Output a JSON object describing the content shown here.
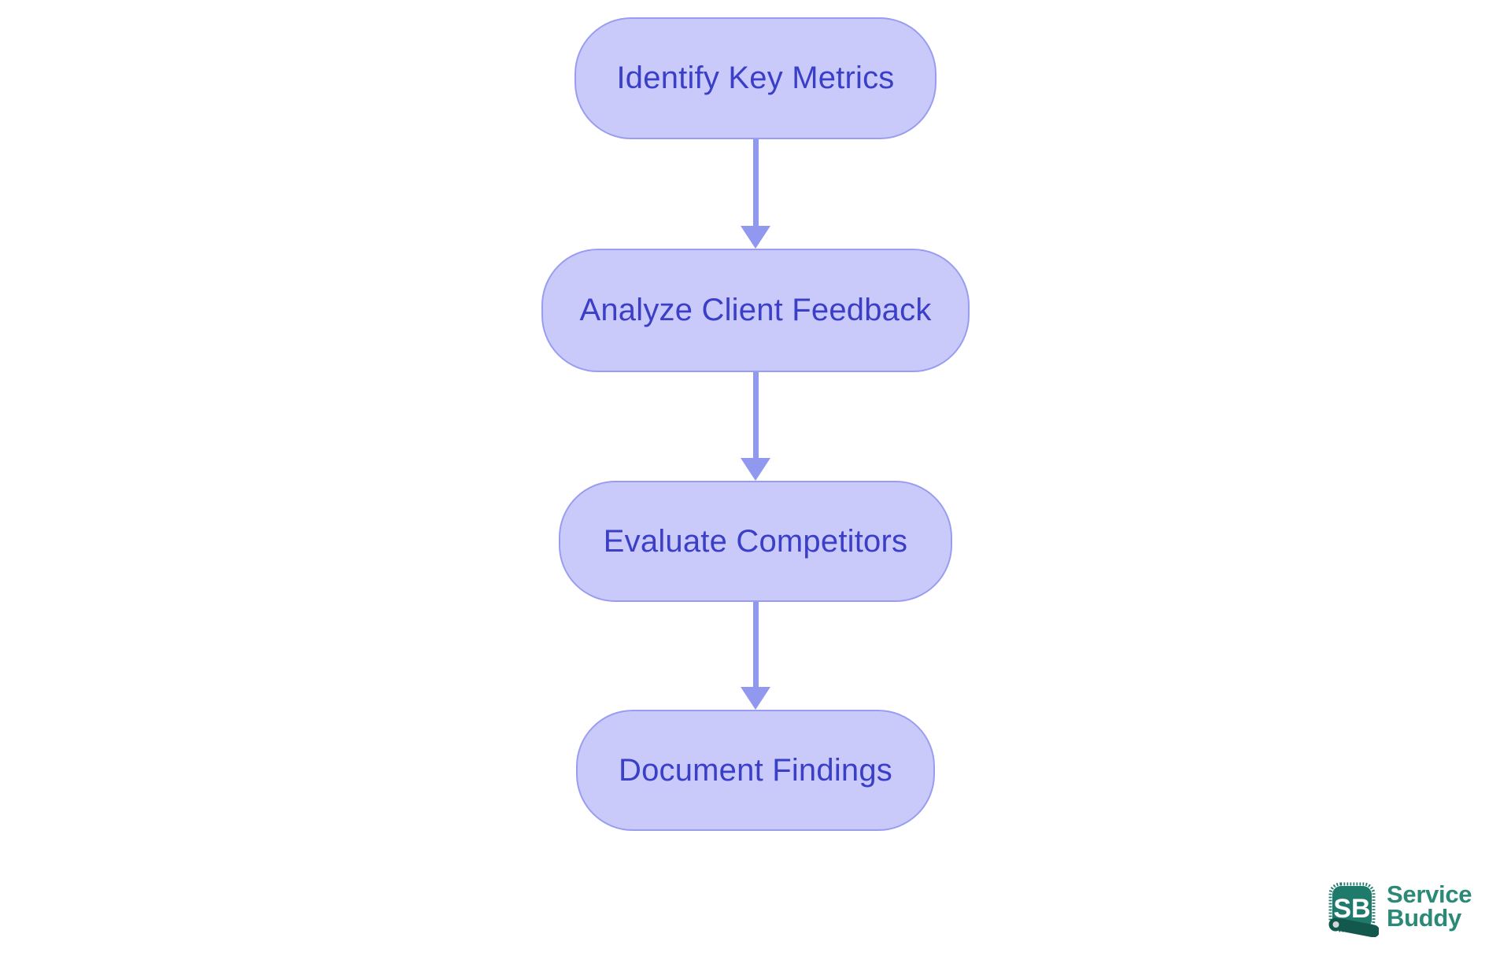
{
  "flowchart": {
    "title": "",
    "type": "vertical-process-flow",
    "nodes": [
      {
        "id": "identify-key-metrics",
        "label": "Identify Key Metrics"
      },
      {
        "id": "analyze-client-feedback",
        "label": "Analyze Client Feedback"
      },
      {
        "id": "evaluate-competitors",
        "label": "Evaluate Competitors"
      },
      {
        "id": "document-findings",
        "label": "Document Findings"
      }
    ],
    "connections": [
      {
        "from": "identify-key-metrics",
        "to": "analyze-client-feedback"
      },
      {
        "from": "analyze-client-feedback",
        "to": "evaluate-competitors"
      },
      {
        "from": "evaluate-competitors",
        "to": "document-findings"
      }
    ],
    "colors": {
      "node_fill": "#c9cafa",
      "node_border": "#999df1",
      "node_text": "#3b3fc8",
      "arrow": "#9198f0",
      "background": "#ffffff"
    }
  },
  "branding": {
    "badge_initials": "SB",
    "name_line1": "Service",
    "name_line2": "Buddy",
    "badge_color": "#1e7a6b",
    "roll_color": "#14584d",
    "text_color": "#2b8a77"
  }
}
